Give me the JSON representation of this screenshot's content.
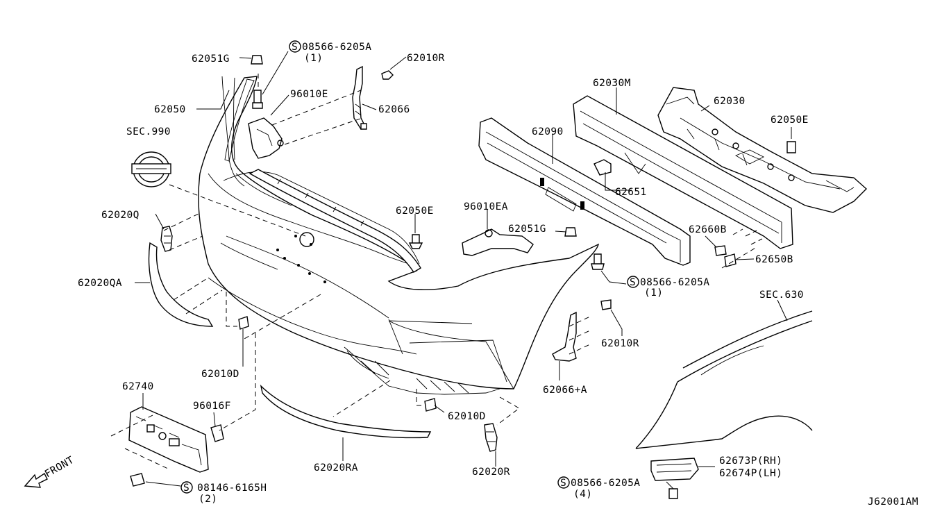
{
  "diagram_id": "J62001AM",
  "front_label": "FRONT",
  "labels": [
    {
      "id": "l1",
      "text": "62051G"
    },
    {
      "id": "l2",
      "text": "08566-6205A"
    },
    {
      "id": "l3",
      "text": "(1)"
    },
    {
      "id": "l4",
      "text": "62010R"
    },
    {
      "id": "l5",
      "text": "96010E"
    },
    {
      "id": "l6",
      "text": "62050"
    },
    {
      "id": "l7",
      "text": "62066"
    },
    {
      "id": "l8",
      "text": "SEC.990"
    },
    {
      "id": "l9",
      "text": "62030M"
    },
    {
      "id": "l10",
      "text": "62030"
    },
    {
      "id": "l11",
      "text": "62050E"
    },
    {
      "id": "l12",
      "text": "62090"
    },
    {
      "id": "l13",
      "text": "62651"
    },
    {
      "id": "l14",
      "text": "62020Q"
    },
    {
      "id": "l15",
      "text": "62050E"
    },
    {
      "id": "l16",
      "text": "96010EA"
    },
    {
      "id": "l17",
      "text": "62051G"
    },
    {
      "id": "l18",
      "text": "62660B"
    },
    {
      "id": "l19",
      "text": "62650B"
    },
    {
      "id": "l20",
      "text": "62020QA"
    },
    {
      "id": "l21",
      "text": "08566-6205A"
    },
    {
      "id": "l22",
      "text": "(1)"
    },
    {
      "id": "l23",
      "text": "SEC.630"
    },
    {
      "id": "l24",
      "text": "62010R"
    },
    {
      "id": "l25",
      "text": "62010D"
    },
    {
      "id": "l26",
      "text": "62066+A"
    },
    {
      "id": "l27",
      "text": "62740"
    },
    {
      "id": "l28",
      "text": "96016F"
    },
    {
      "id": "l29",
      "text": "62010D"
    },
    {
      "id": "l30",
      "text": "62020R"
    },
    {
      "id": "l31",
      "text": "62020RA"
    },
    {
      "id": "l32",
      "text": "62673P(RH)"
    },
    {
      "id": "l33",
      "text": "62674P(LH)"
    },
    {
      "id": "l34",
      "text": "08566-6205A"
    },
    {
      "id": "l35",
      "text": "(4)"
    },
    {
      "id": "l36",
      "text": "08146-6165H"
    },
    {
      "id": "l37",
      "text": "(2)"
    }
  ],
  "circled_marks": [
    {
      "id": "s1",
      "text": "S"
    },
    {
      "id": "s2",
      "text": "S"
    },
    {
      "id": "s3",
      "text": "S"
    },
    {
      "id": "s4",
      "text": "S"
    }
  ]
}
